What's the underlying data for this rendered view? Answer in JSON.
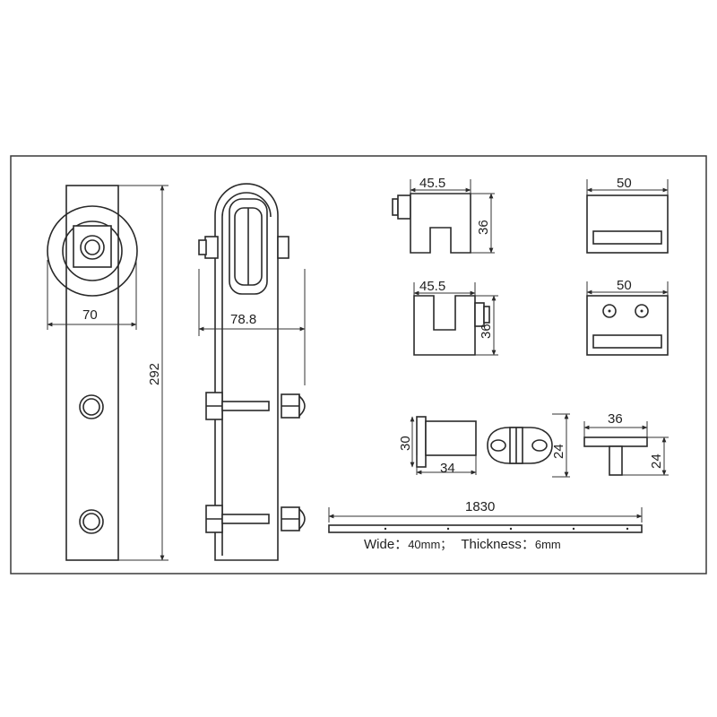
{
  "dimensions": {
    "hanger_width": "70",
    "hanger_height": "292",
    "hanger_depth": "78.8",
    "stopper_top_width": "45.5",
    "stopper_top_height": "36",
    "stopper_bottom_width": "45.5",
    "stopper_bottom_height": "36",
    "guide_top_width": "50",
    "guide_bottom_width": "50",
    "floor_guide_height": "30",
    "floor_guide_width": "34",
    "spacer_height": "24",
    "t_guide_width": "36",
    "t_guide_height": "24",
    "rail_length": "1830"
  },
  "rail_spec": {
    "wide_label": "Wide：",
    "wide_value": "40mm；",
    "thickness_label": "Thickness：",
    "thickness_value": "6mm"
  }
}
